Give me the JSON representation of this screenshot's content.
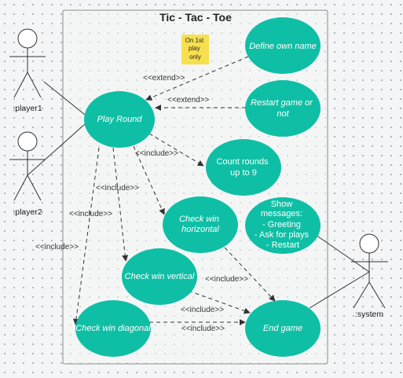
{
  "title": "Tic - Tac - Toe",
  "colors": {
    "usecase": "#0fbfa5",
    "note": "#f7e04d",
    "boundary": "#8a8a8a"
  },
  "note": {
    "lines": [
      "On 1st",
      "play",
      "only"
    ]
  },
  "actors": {
    "player1": ":player1",
    "player2": ":player2",
    "system": ":system"
  },
  "usecases": {
    "define_name": [
      "Define own name"
    ],
    "restart": [
      "Restart game or",
      "not"
    ],
    "play_round": [
      "Play Round"
    ],
    "count_rounds": [
      "Count rounds",
      "up to 9"
    ],
    "show_messages": [
      "Show",
      "messages:",
      "- Greeting",
      "- Ask for plays",
      "- Restart"
    ],
    "check_horizontal": [
      "Check win",
      "horizontal"
    ],
    "check_vertical": [
      "Check win vertical"
    ],
    "check_diagonal": [
      "Check win diagonal"
    ],
    "end_game": [
      "End game"
    ]
  },
  "relations": {
    "extend_define": "<<extend>>",
    "extend_restart": "<<extend>>",
    "include_count": "<<include>>",
    "include_vertical": "<<include>>",
    "include_horizontal": "<<include>>",
    "include_diagonal": "<<include>>",
    "include_h_end": "<<include>>",
    "include_v_end": "<<include>>",
    "include_d_end": "<<include>>"
  }
}
